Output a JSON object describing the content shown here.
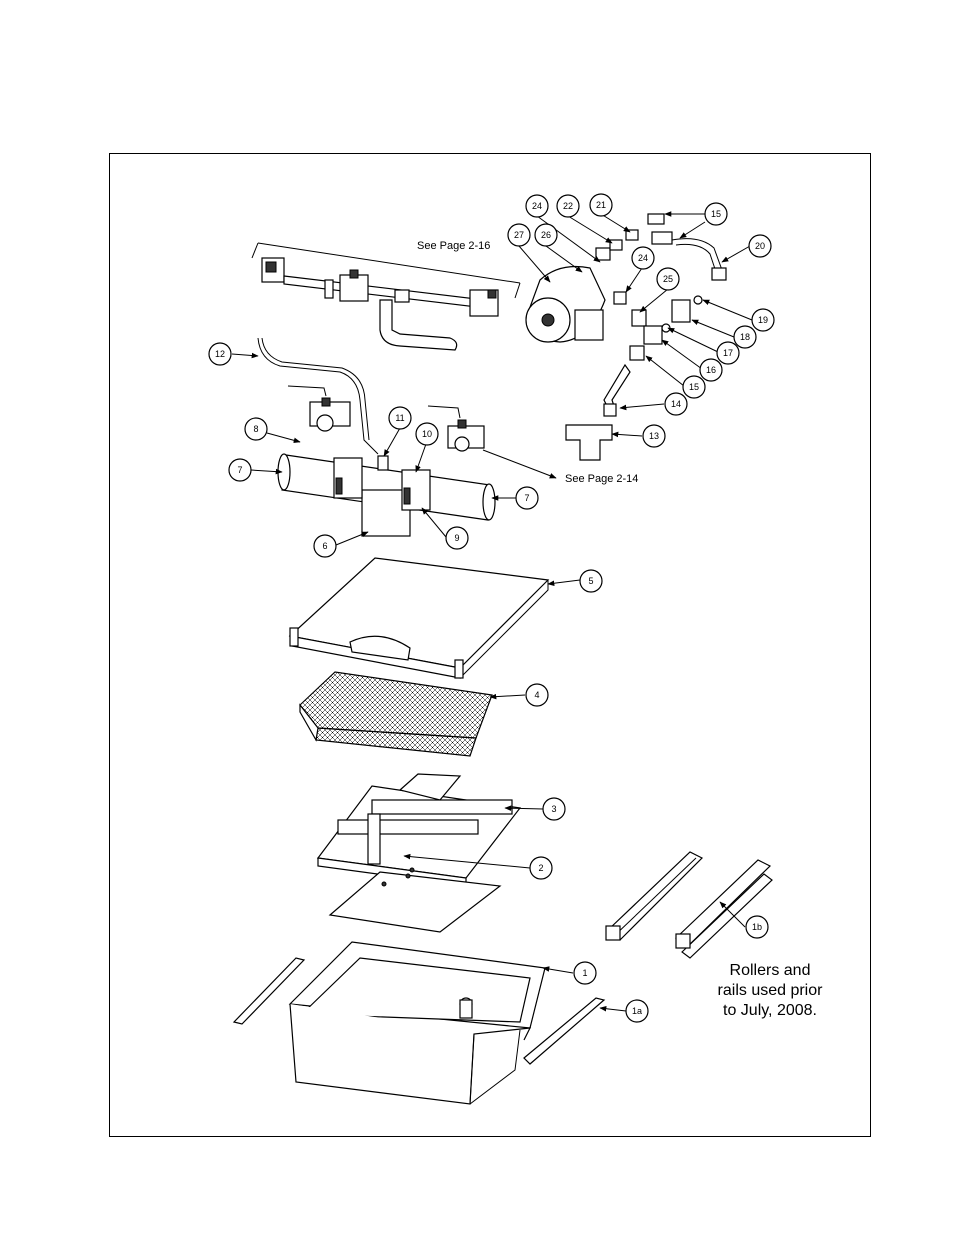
{
  "references": {
    "see_page_2_16": "See Page 2-16",
    "see_page_2_14": "See Page 2-14"
  },
  "note": {
    "line1": "Rollers and",
    "line2": "rails used prior",
    "line3": "to July, 2008."
  },
  "callouts": [
    {
      "id": "c24a",
      "label": "24"
    },
    {
      "id": "c22",
      "label": "22"
    },
    {
      "id": "c21",
      "label": "21"
    },
    {
      "id": "c15a",
      "label": "15"
    },
    {
      "id": "c27",
      "label": "27"
    },
    {
      "id": "c26",
      "label": "26"
    },
    {
      "id": "c20",
      "label": "20"
    },
    {
      "id": "c24b",
      "label": "24"
    },
    {
      "id": "c25",
      "label": "25"
    },
    {
      "id": "c19",
      "label": "19"
    },
    {
      "id": "c18",
      "label": "18"
    },
    {
      "id": "c17",
      "label": "17"
    },
    {
      "id": "c16",
      "label": "16"
    },
    {
      "id": "c15b",
      "label": "15"
    },
    {
      "id": "c14",
      "label": "14"
    },
    {
      "id": "c13",
      "label": "13"
    },
    {
      "id": "c12",
      "label": "12"
    },
    {
      "id": "c11",
      "label": "11"
    },
    {
      "id": "c8",
      "label": "8"
    },
    {
      "id": "c10",
      "label": "10"
    },
    {
      "id": "c7a",
      "label": "7"
    },
    {
      "id": "c7b",
      "label": "7"
    },
    {
      "id": "c6",
      "label": "6"
    },
    {
      "id": "c9",
      "label": "9"
    },
    {
      "id": "c5",
      "label": "5"
    },
    {
      "id": "c4",
      "label": "4"
    },
    {
      "id": "c3",
      "label": "3"
    },
    {
      "id": "c2",
      "label": "2"
    },
    {
      "id": "c1b",
      "label": "1b"
    },
    {
      "id": "c1",
      "label": "1"
    },
    {
      "id": "c1a",
      "label": "1a"
    }
  ]
}
